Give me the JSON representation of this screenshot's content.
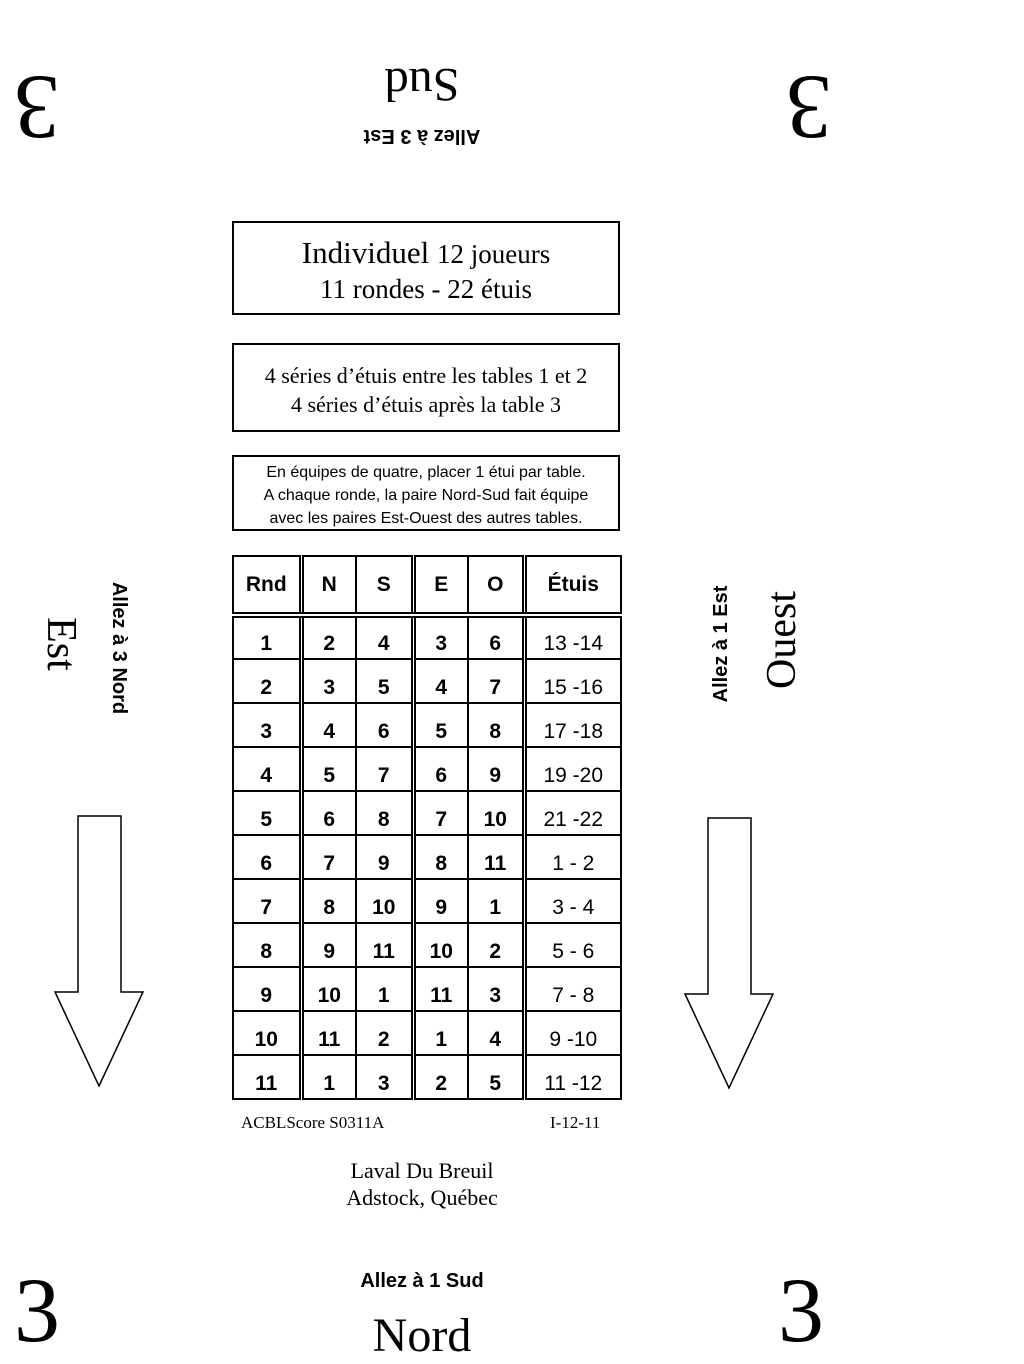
{
  "table_number": "3",
  "directions": {
    "south": {
      "label": "Sud",
      "move": "Allez à 3 Est"
    },
    "north": {
      "label": "Nord",
      "move": "Allez à 1 Sud"
    },
    "east": {
      "label": "Est",
      "move": "Allez à 3 Nord"
    },
    "west": {
      "label": "Ouest",
      "move": "Allez à 1 Est"
    }
  },
  "header": {
    "title_main": "Individuel",
    "title_players": "12 joueurs",
    "subtitle": "11 rondes - 22 étuis"
  },
  "series": {
    "line1": "4 séries d’étuis entre les tables 1 et 2",
    "line2": "4 séries d’étuis après la table 3"
  },
  "info": {
    "line1": "En équipes de quatre, placer 1 étui par table.",
    "line2": "A chaque ronde, la paire Nord-Sud fait équipe",
    "line3": "avec les paires Est-Ouest des autres tables."
  },
  "table": {
    "columns": [
      "Rnd",
      "N",
      "S",
      "E",
      "O",
      "Étuis"
    ],
    "rows": [
      [
        "1",
        "2",
        "4",
        "3",
        "6",
        "13 -14"
      ],
      [
        "2",
        "3",
        "5",
        "4",
        "7",
        "15 -16"
      ],
      [
        "3",
        "4",
        "6",
        "5",
        "8",
        "17 -18"
      ],
      [
        "4",
        "5",
        "7",
        "6",
        "9",
        "19 -20"
      ],
      [
        "5",
        "6",
        "8",
        "7",
        "10",
        "21 -22"
      ],
      [
        "6",
        "7",
        "9",
        "8",
        "11",
        "1 - 2"
      ],
      [
        "7",
        "8",
        "10",
        "9",
        "1",
        "3 - 4"
      ],
      [
        "8",
        "9",
        "11",
        "10",
        "2",
        "5 - 6"
      ],
      [
        "9",
        "10",
        "1",
        "11",
        "3",
        "7 - 8"
      ],
      [
        "10",
        "11",
        "2",
        "1",
        "4",
        "9 -10"
      ],
      [
        "11",
        "1",
        "3",
        "2",
        "5",
        "11 -12"
      ]
    ]
  },
  "footer": {
    "software": "ACBLScore S0311A",
    "code": "I-12-11",
    "venue_line1": "Laval Du Breuil",
    "venue_line2": "Adstock, Québec"
  }
}
